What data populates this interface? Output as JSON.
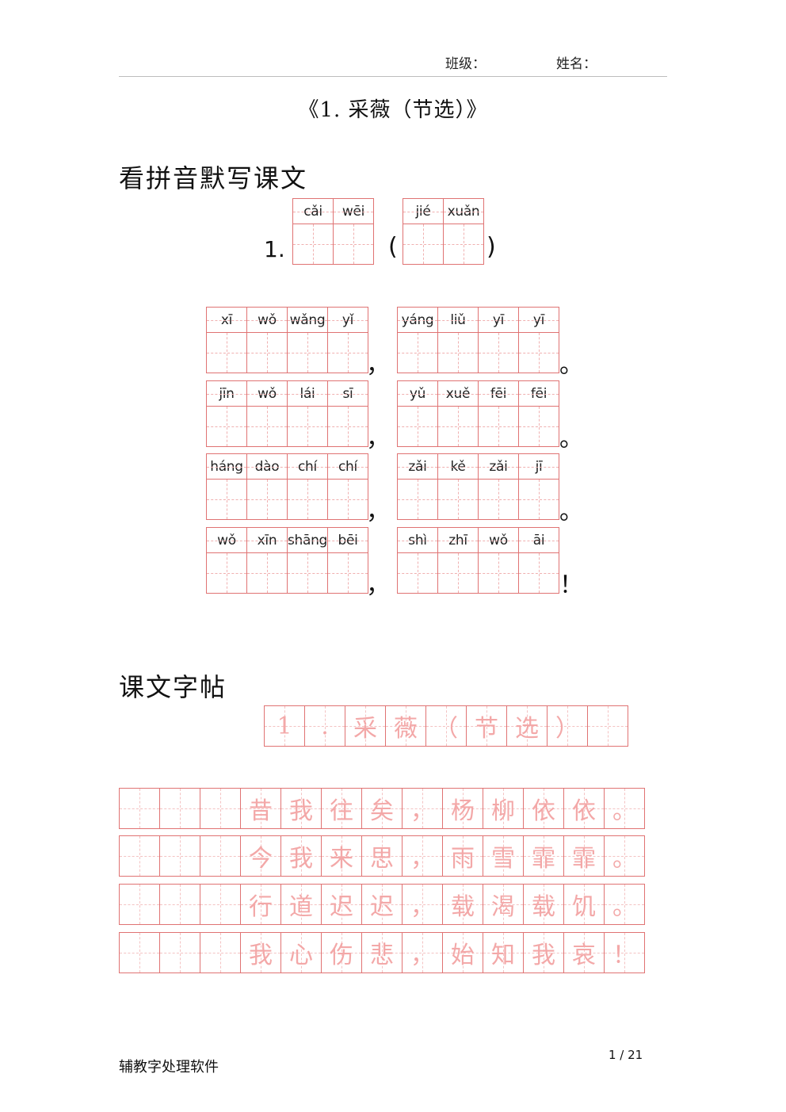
{
  "header": {
    "class_label": "班级：",
    "name_label": "姓名："
  },
  "title": "《1. 采薇（节选）》",
  "section1": {
    "heading": "看拼音默写课文",
    "number": "1.",
    "open_paren": "(",
    "close_paren": ")",
    "title_pinyin_a": [
      "cǎi",
      "wēi"
    ],
    "title_pinyin_b": [
      "jié",
      "xuǎn"
    ],
    "rows": [
      {
        "left": [
          "xī",
          "wǒ",
          "wǎng",
          "yǐ"
        ],
        "right": [
          "yáng",
          "liǔ",
          "yī",
          "yī"
        ],
        "mid_punct": "，",
        "end_punct": "。"
      },
      {
        "left": [
          "jīn",
          "wǒ",
          "lái",
          "sī"
        ],
        "right": [
          "yǔ",
          "xuě",
          "fēi",
          "fēi"
        ],
        "mid_punct": "，",
        "end_punct": "。"
      },
      {
        "left": [
          "háng",
          "dào",
          "chí",
          "chí"
        ],
        "right": [
          "zǎi",
          "kě",
          "zǎi",
          "jī"
        ],
        "mid_punct": "，",
        "end_punct": "。"
      },
      {
        "left": [
          "wǒ",
          "xīn",
          "shāng",
          "bēi"
        ],
        "right": [
          "shì",
          "zhī",
          "wǒ",
          "āi"
        ],
        "mid_punct": "，",
        "end_punct": "！"
      }
    ]
  },
  "section2": {
    "heading": "课文字帖",
    "title_chars": [
      "1",
      ".",
      "采",
      "薇",
      "（",
      "节",
      "选",
      "）",
      ""
    ],
    "rows": [
      [
        "",
        "",
        "",
        "昔",
        "我",
        "往",
        "矣",
        "，",
        "杨",
        "柳",
        "依",
        "依",
        "。"
      ],
      [
        "",
        "",
        "",
        "今",
        "我",
        "来",
        "思",
        "，",
        "雨",
        "雪",
        "霏",
        "霏",
        "。"
      ],
      [
        "",
        "",
        "",
        "行",
        "道",
        "迟",
        "迟",
        "，",
        "载",
        "渴",
        "载",
        "饥",
        "。"
      ],
      [
        "",
        "",
        "",
        "我",
        "心",
        "伤",
        "悲",
        "，",
        "始",
        "知",
        "我",
        "哀",
        "！"
      ]
    ]
  },
  "footer": {
    "software": "辅教字处理软件",
    "page": "1 / 21"
  }
}
